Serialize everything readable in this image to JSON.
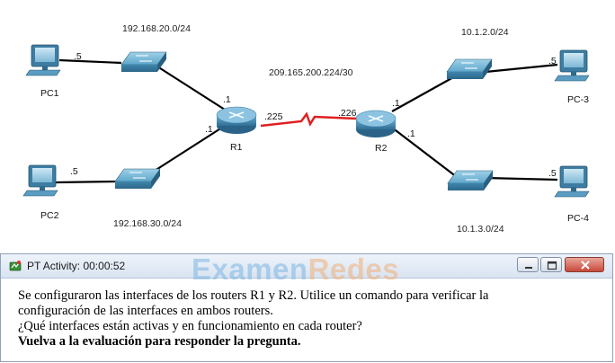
{
  "topology": {
    "networks": {
      "lan_r1_pc1": "192.168.20.0/24",
      "lan_r1_pc2": "192.168.30.0/24",
      "wan": "209.165.200.224/30",
      "lan_r2_pc3": "10.1.2.0/24",
      "lan_r2_pc4": "10.1.3.0/24"
    },
    "devices": {
      "pc1": "PC1",
      "pc2": "PC2",
      "pc3": "PC-3",
      "pc4": "PC-4",
      "r1": "R1",
      "r2": "R2"
    },
    "interfaces": {
      "pc1": ".5",
      "pc2": ".5",
      "pc3": ".5",
      "pc4": ".5",
      "r1_top": ".1",
      "r1_bottom": ".1",
      "r1_wan": ".225",
      "r2_wan": ".226",
      "r2_top": ".1",
      "r2_bottom": ".1"
    }
  },
  "activity_window": {
    "title": "PT Activity: 00:00:52",
    "watermark_part1": "Examen",
    "watermark_part2": "Redes",
    "lines": [
      "Se configuraron las interfaces de los routers R1 y R2. Utilice un comando para verificar la",
      "configuración de las interfaces en ambos routers.",
      "¿Qué interfaces están activas y en funcionamiento en cada router?",
      "Vuelva a la evaluación para responder la pregunta."
    ]
  },
  "colors": {
    "wan_link": "#e02020",
    "lan_link": "#000000",
    "device_blue": "#4a8fb8"
  }
}
